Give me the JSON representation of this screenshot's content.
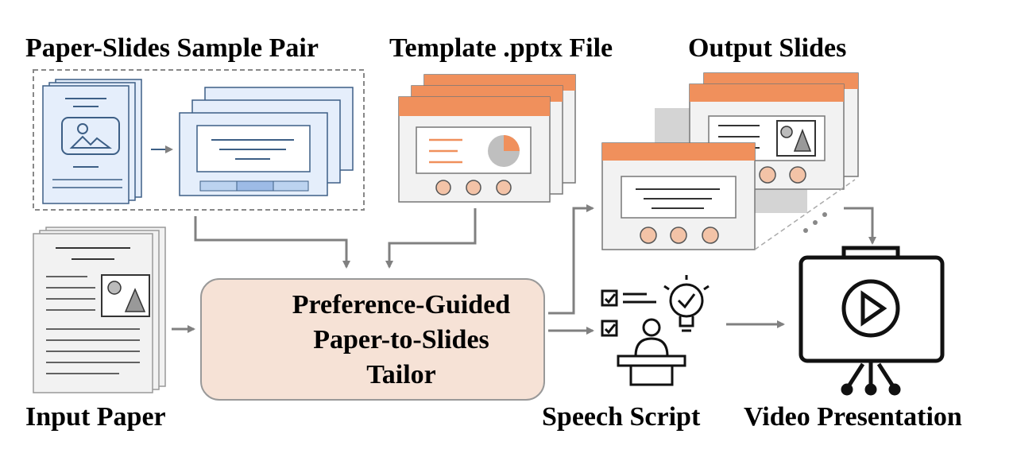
{
  "labels": {
    "sample_pair": "Paper-Slides Sample Pair",
    "template": "Template .pptx File",
    "output_slides": "Output Slides",
    "input_paper": "Input Paper",
    "speech_script": "Speech Script",
    "video_presentation": "Video Presentation"
  },
  "center": {
    "line1": "Preference-Guided",
    "line2": "Paper-to-Slides",
    "line3": "Tailor"
  },
  "icons": {
    "robot": "robot-tailor-icon",
    "speaker": "speaker-checklist-icon",
    "presentation": "presentation-screen-icon"
  },
  "colors": {
    "accent_orange": "#f0905c",
    "accent_light_orange": "#f6e2d6",
    "circle_fill": "#f3c3a7",
    "sample_blue": "#e5eefb",
    "sample_stroke": "#3d5f86",
    "arrow_gray": "#808080"
  }
}
